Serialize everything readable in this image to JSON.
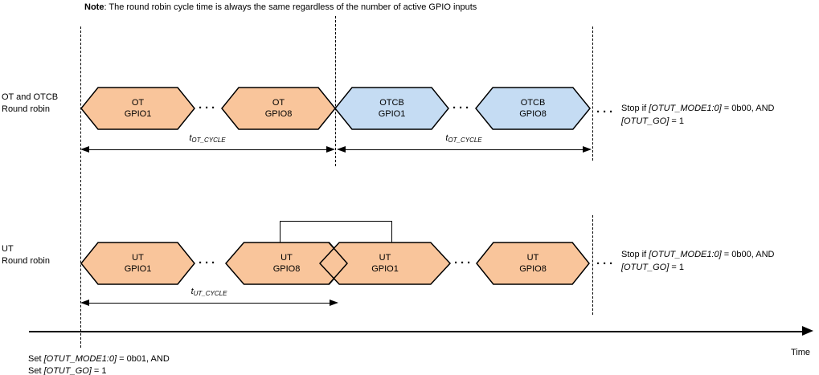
{
  "note": {
    "segments": [
      {
        "t": "Note",
        "b": true
      },
      {
        "t": ": The round robin cycle time is always the same regardless of the number of active GPIO inputs"
      }
    ]
  },
  "palette": {
    "warm_fill": "#F9C59B",
    "cool_fill": "#C5DCF3",
    "stroke": "#000000"
  },
  "ellipsis": "···",
  "rows": [
    {
      "label_line1": "OT and OTCB",
      "label_line2": "Round robin",
      "blocks": [
        {
          "line1": "OT",
          "line2": "GPIO1",
          "color": "warm"
        },
        {
          "line1": "OT",
          "line2": "GPIO8",
          "color": "warm"
        },
        {
          "line1": "OTCB",
          "line2": "GPIO1",
          "color": "cool"
        },
        {
          "line1": "OTCB",
          "line2": "GPIO8",
          "color": "cool"
        }
      ],
      "stop": {
        "line1": [
          {
            "t": "Stop if "
          },
          {
            "t": "[OTUT_MODE1:0]",
            "i": true
          },
          {
            "t": " = 0b00, AND"
          }
        ],
        "line2": [
          {
            "t": "[OTUT_GO]",
            "i": true
          },
          {
            "t": " = 1"
          }
        ]
      }
    },
    {
      "label_line1": "UT",
      "label_line2": "Round robin",
      "blocks": [
        {
          "line1": "UT",
          "line2": "GPIO1",
          "color": "warm"
        },
        {
          "line1": "UT",
          "line2": "GPIO8",
          "color": "warm"
        },
        {
          "line1": "UT",
          "line2": "GPIO1",
          "color": "warm"
        },
        {
          "line1": "UT",
          "line2": "GPIO8",
          "color": "warm"
        }
      ],
      "stop": {
        "line1": [
          {
            "t": "Stop if "
          },
          {
            "t": "[OTUT_MODE1:0]",
            "i": true
          },
          {
            "t": " = 0b00, AND"
          }
        ],
        "line2": [
          {
            "t": "[OTUT_GO]",
            "i": true
          },
          {
            "t": " = 1"
          }
        ]
      }
    }
  ],
  "cycle_labels": {
    "ot": [
      {
        "t": "t",
        "i": true
      },
      {
        "t": "OT_CYCLE",
        "i": true,
        "sub": true
      }
    ],
    "ut": [
      {
        "t": "t",
        "i": true
      },
      {
        "t": "UT_CYCLE",
        "i": true,
        "sub": true
      }
    ]
  },
  "time_axis": {
    "label": "Time"
  },
  "start_note": {
    "line1": [
      {
        "t": "Set "
      },
      {
        "t": "[OTUT_MODE1:0]",
        "i": true
      },
      {
        "t": " = 0b01, AND"
      }
    ],
    "line2": [
      {
        "t": "Set "
      },
      {
        "t": "[OTUT_GO]",
        "i": true
      },
      {
        "t": " = 1"
      }
    ]
  }
}
